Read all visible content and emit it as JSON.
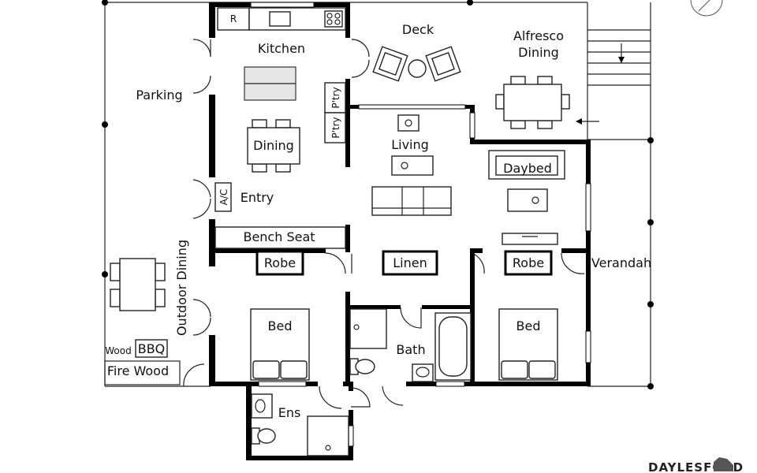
{
  "rooms": {
    "kitchen": "Kitchen",
    "refrigerator": "R",
    "pantry_1": "P'try",
    "pantry_2": "P'try",
    "dining": "Dining",
    "entry": "Entry",
    "ac": "A/C",
    "bench_seat": "Bench Seat",
    "parking": "Parking",
    "deck": "Deck",
    "alfresco": [
      "Alfresco",
      "Dining"
    ],
    "living": "Living",
    "daybed": "Daybed",
    "robe_left": "Robe",
    "linen": "Linen",
    "robe_right": "Robe",
    "verandah": "Verandah",
    "outdoor_dining": "Outdoor Dining",
    "bed_left": "Bed",
    "bed_right": "Bed",
    "bath": "Bath",
    "ensuite": "Ens",
    "wood": "Wood",
    "bbq": "BBQ",
    "fire_wood": "Fire Wood"
  },
  "brand": "DAYLESFORD"
}
